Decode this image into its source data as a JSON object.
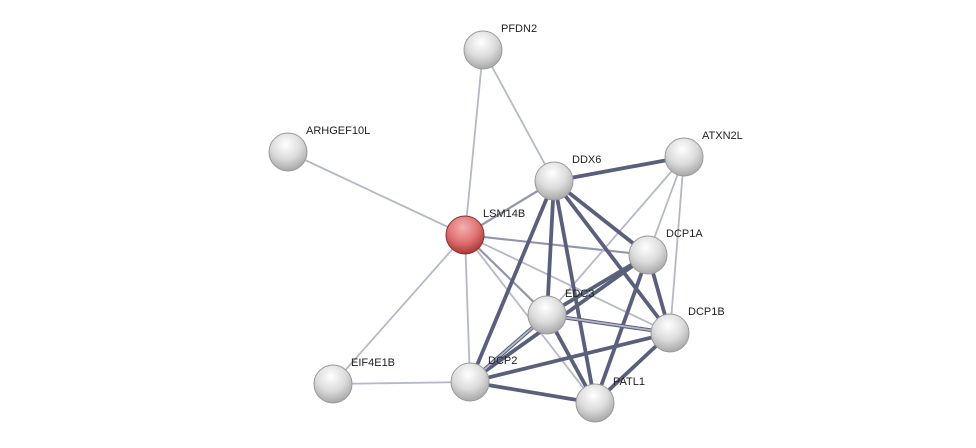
{
  "network": {
    "nodes": [
      {
        "id": "PFDN2",
        "label": "PFDN2",
        "query": false
      },
      {
        "id": "ARHGEF10L",
        "label": "ARHGEF10L",
        "query": false
      },
      {
        "id": "DDX6",
        "label": "DDX6",
        "query": false
      },
      {
        "id": "ATXN2L",
        "label": "ATXN2L",
        "query": false
      },
      {
        "id": "LSM14B",
        "label": "LSM14B",
        "query": true
      },
      {
        "id": "DCP1A",
        "label": "DCP1A",
        "query": false
      },
      {
        "id": "EDC3",
        "label": "EDC3",
        "query": false
      },
      {
        "id": "DCP1B",
        "label": "DCP1B",
        "query": false
      },
      {
        "id": "EIF4E1B",
        "label": "EIF4E1B",
        "query": false
      },
      {
        "id": "DCP2",
        "label": "DCP2",
        "query": false
      },
      {
        "id": "PATL1",
        "label": "PATL1",
        "query": false
      }
    ],
    "edges": [
      [
        "PFDN2",
        "LSM14B",
        1
      ],
      [
        "PFDN2",
        "DDX6",
        1
      ],
      [
        "ARHGEF10L",
        "LSM14B",
        1
      ],
      [
        "LSM14B",
        "EIF4E1B",
        1
      ],
      [
        "EIF4E1B",
        "DCP2",
        1
      ],
      [
        "LSM14B",
        "DCP2",
        1
      ],
      [
        "LSM14B",
        "DDX6",
        2
      ],
      [
        "LSM14B",
        "DCP1A",
        2
      ],
      [
        "LSM14B",
        "EDC3",
        2
      ],
      [
        "LSM14B",
        "PATL1",
        1
      ],
      [
        "LSM14B",
        "DCP1B",
        1
      ],
      [
        "ATXN2L",
        "DDX6",
        3
      ],
      [
        "ATXN2L",
        "DCP1A",
        1
      ],
      [
        "ATXN2L",
        "DCP1B",
        1
      ],
      [
        "ATXN2L",
        "EDC3",
        1
      ],
      [
        "DDX6",
        "DCP2",
        3
      ],
      [
        "DDX6",
        "EDC3",
        3
      ],
      [
        "DDX6",
        "PATL1",
        3
      ],
      [
        "DDX6",
        "DCP1A",
        3
      ],
      [
        "DDX6",
        "DCP1B",
        3
      ],
      [
        "DCP1A",
        "EDC3",
        3
      ],
      [
        "DCP1A",
        "DCP2",
        3
      ],
      [
        "DCP1A",
        "PATL1",
        3
      ],
      [
        "DCP1A",
        "DCP1B",
        3
      ],
      [
        "EDC3",
        "DCP1B",
        3
      ],
      [
        "EDC3",
        "DCP2",
        3
      ],
      [
        "EDC3",
        "PATL1",
        3
      ],
      [
        "DCP2",
        "DCP1B",
        3
      ],
      [
        "DCP2",
        "PATL1",
        3
      ],
      [
        "DCP1B",
        "PATL1",
        3
      ],
      [
        "EDC3",
        "DCP1B",
        1
      ],
      [
        "DCP2",
        "EDC3",
        1
      ]
    ],
    "colors": {
      "node": "#d8d8d8",
      "query_node": "#e07070",
      "edge_thin": "#b4b8c8",
      "edge_mid": "#9196ad",
      "edge_thick": "#5a607c"
    }
  }
}
